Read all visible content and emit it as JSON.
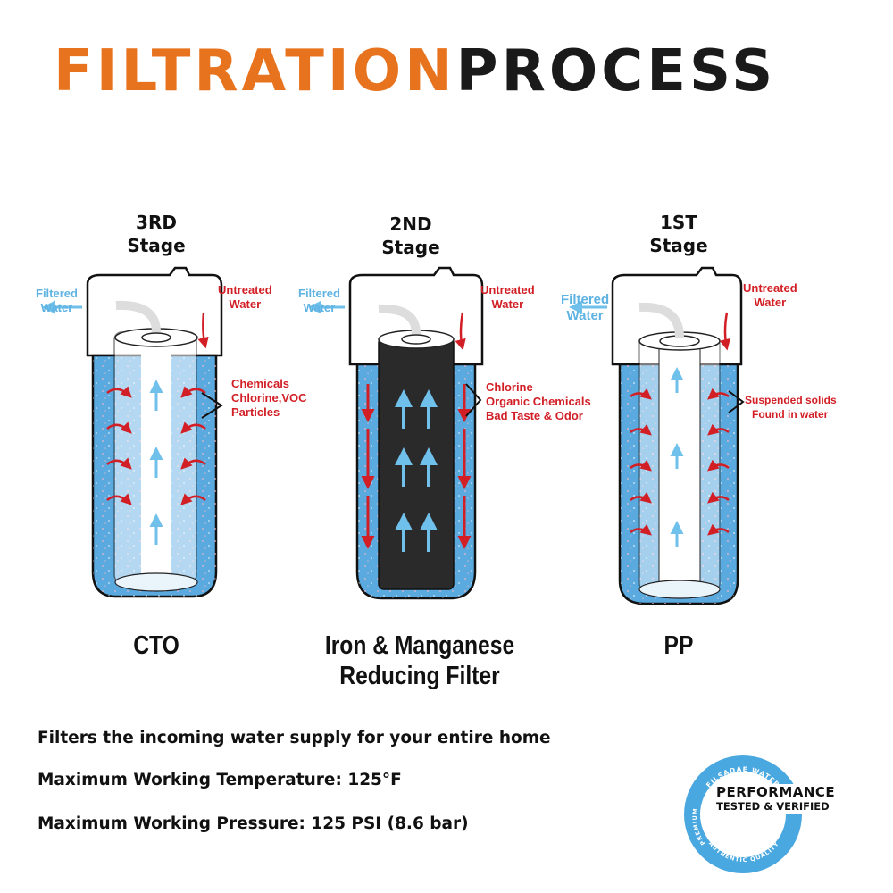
{
  "title": {
    "part1": "FILTRATION",
    "part2": "PROCESS"
  },
  "stages": [
    {
      "number": "3RD",
      "word": "Stage",
      "filter_name": "CTO",
      "filtered_label_1": "Filtered",
      "filtered_label_2": "Water",
      "untreated_label_1": "Untreated",
      "untreated_label_2": "Water",
      "removes": [
        "Chemicals",
        "Chlorine,VOC",
        "Particles"
      ]
    },
    {
      "number": "2ND",
      "word": "Stage",
      "filter_name": "Iron & Manganese Reducing Filter",
      "filter_name_line1": "Iron & Manganese",
      "filter_name_line2": "Reducing Filter",
      "filtered_label_1": "Filtered",
      "filtered_label_2": "Water",
      "untreated_label_1": "Untreated",
      "untreated_label_2": "Water",
      "removes": [
        "Chlorine",
        "Organic Chemicals",
        "Bad Taste & Odor"
      ]
    },
    {
      "number": "1ST",
      "word": "Stage",
      "filter_name": "PP",
      "filtered_label_1": "Filtered",
      "filtered_label_2": "Water",
      "untreated_label_1": "Untreated",
      "untreated_label_2": "Water",
      "removes": [
        "Suspended solids",
        "Found in water"
      ]
    }
  ],
  "features": [
    "Filters the incoming water supply for your entire home",
    "Maximum Working Temperature: 125°F",
    "Maximum Working Pressure: 125 PSI (8.6 bar)"
  ],
  "badge": {
    "line1": "PERFORMANCE",
    "line2": "TESTED & VERIFIED",
    "ring_top": "FILSADAE WATER",
    "ring_left": "PREMIUM",
    "ring_bottom": "AUTHENTIC QUALITY"
  },
  "colors": {
    "orange": "#e8731e",
    "water_blue": "#5aaae0",
    "arrow_red": "#d21f26",
    "arrow_blue": "#6fc0ea",
    "carbon": "#2a2a2a"
  }
}
